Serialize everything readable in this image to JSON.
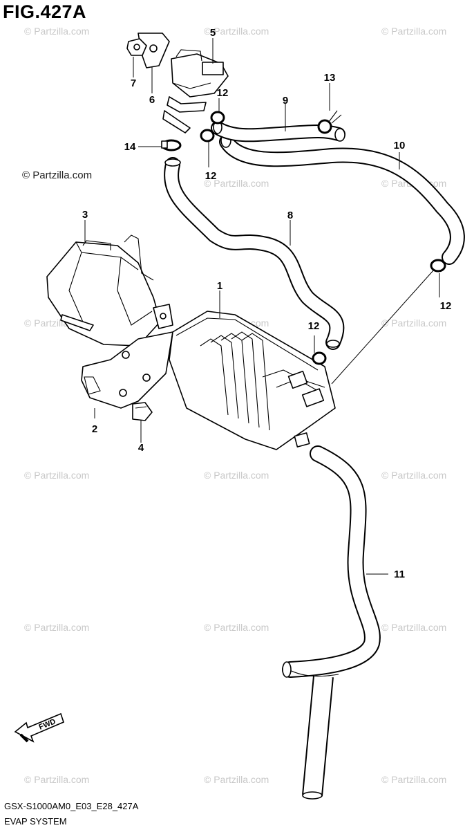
{
  "figure_title": "FIG.427A",
  "model_code": "GSX-S1000AM0_E03_E28_427A",
  "system_name": "EVAP SYSTEM",
  "watermark_text": "© Partzilla.com",
  "fwd_label": "FWD",
  "callouts": [
    {
      "id": "1",
      "label": "1"
    },
    {
      "id": "2",
      "label": "2"
    },
    {
      "id": "3",
      "label": "3"
    },
    {
      "id": "4",
      "label": "4"
    },
    {
      "id": "5",
      "label": "5"
    },
    {
      "id": "6",
      "label": "6"
    },
    {
      "id": "7",
      "label": "7"
    },
    {
      "id": "8",
      "label": "8"
    },
    {
      "id": "9",
      "label": "9"
    },
    {
      "id": "10",
      "label": "10"
    },
    {
      "id": "11",
      "label": "11"
    },
    {
      "id": "12a",
      "label": "12"
    },
    {
      "id": "12b",
      "label": "12"
    },
    {
      "id": "12c",
      "label": "12"
    },
    {
      "id": "12d",
      "label": "12"
    },
    {
      "id": "13",
      "label": "13"
    },
    {
      "id": "14",
      "label": "14"
    }
  ],
  "colors": {
    "line": "#000000",
    "watermark": "#c8c8c8",
    "background": "#ffffff"
  }
}
